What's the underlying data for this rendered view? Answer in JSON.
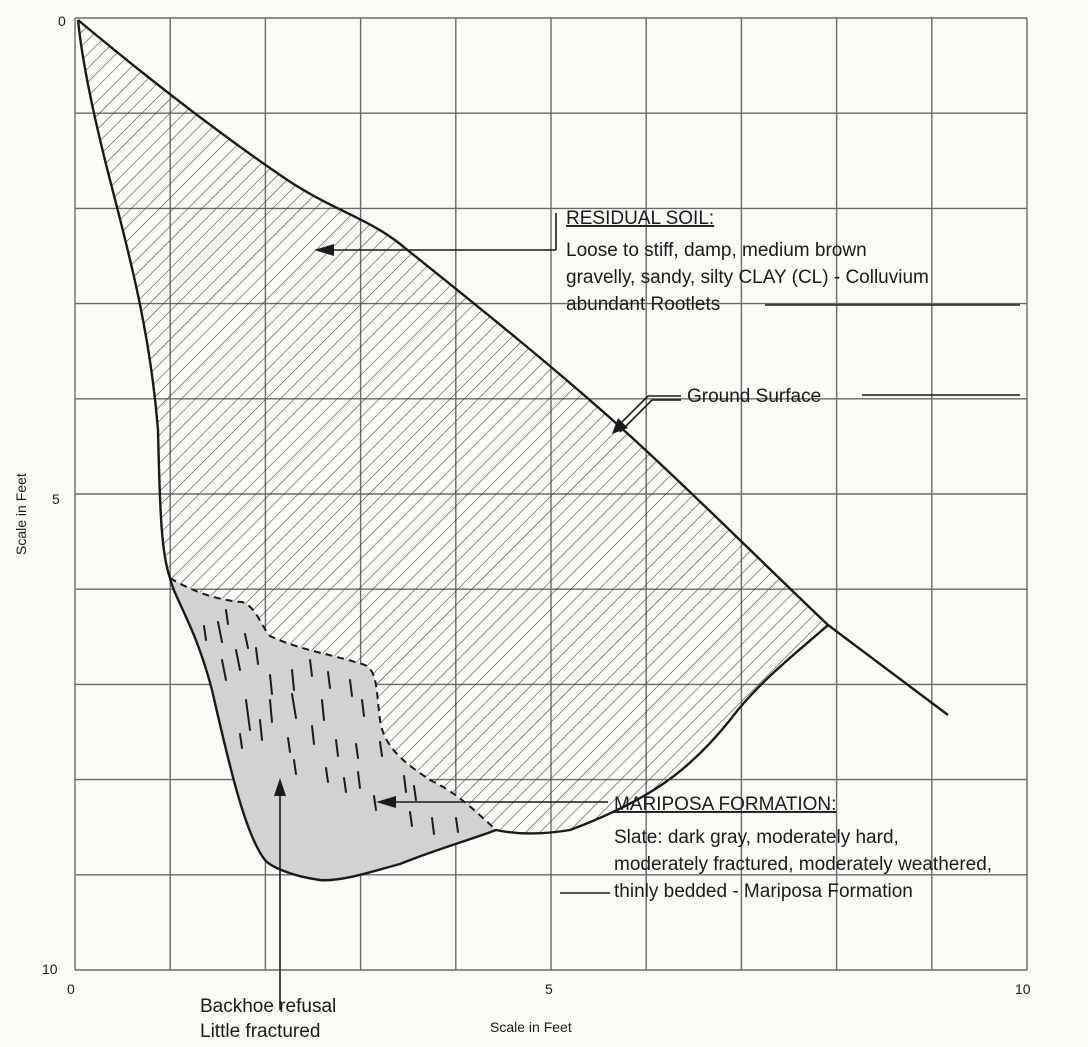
{
  "axes": {
    "x_title": "Scale in Feet",
    "y_title": "Scale in Feet",
    "x_ticks": [
      "0",
      "5",
      "10"
    ],
    "y_ticks": [
      "0",
      "5",
      "10"
    ]
  },
  "labels": {
    "residual_soil": {
      "title": "RESIDUAL SOIL:",
      "lines": [
        "Loose to stiff, damp, medium brown",
        "gravelly, sandy, silty CLAY (CL) - Colluvium",
        "abundant Rootlets"
      ]
    },
    "ground_surface": "Ground Surface",
    "mariposa": {
      "title": "MARIPOSA FORMATION:",
      "lines": [
        "Slate: dark gray, moderately hard,",
        "moderately fractured, moderately weathered,",
        "thinly bedded - Mariposa Formation"
      ]
    },
    "backhoe": [
      "Backhoe refusal",
      "Little fractured"
    ]
  },
  "colors": {
    "grid": "#6a6a6a",
    "line": "#1a1a1a",
    "soil_hatch": "#3a3a3a",
    "slate_fill": "#d2d2d2"
  }
}
